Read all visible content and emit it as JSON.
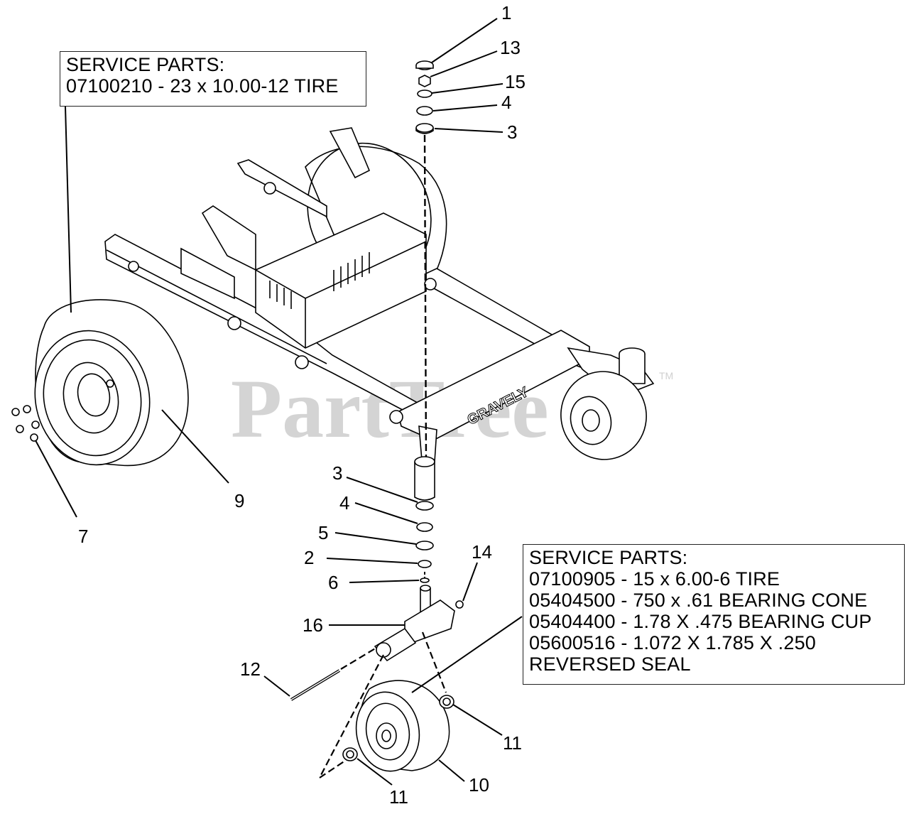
{
  "watermark": {
    "text": "PartTree",
    "tm": "TM"
  },
  "rear_service_box": {
    "lines": [
      "SERVICE PARTS:",
      "07100210 - 23 x 10.00-12 TIRE"
    ]
  },
  "front_service_box": {
    "lines": [
      "SERVICE PARTS:",
      "07100905 - 15 x 6.00-6 TIRE",
      "05404500 - 750 x .61 BEARING CONE",
      "05404400 - 1.78 X .475 BEARING CUP",
      "05600516 - 1.072 X 1.785 X .250",
      "REVERSED SEAL"
    ]
  },
  "frame_brand": "GRAVELY",
  "callouts": {
    "c1": "1",
    "c13": "13",
    "c15": "15",
    "c4_top": "4",
    "c3_top": "3",
    "c9": "9",
    "c7": "7",
    "c3_low": "3",
    "c4_low": "4",
    "c5": "5",
    "c2": "2",
    "c6": "6",
    "c14": "14",
    "c16": "16",
    "c12": "12",
    "c11_right": "11",
    "c11_bottom": "11",
    "c10": "10"
  }
}
